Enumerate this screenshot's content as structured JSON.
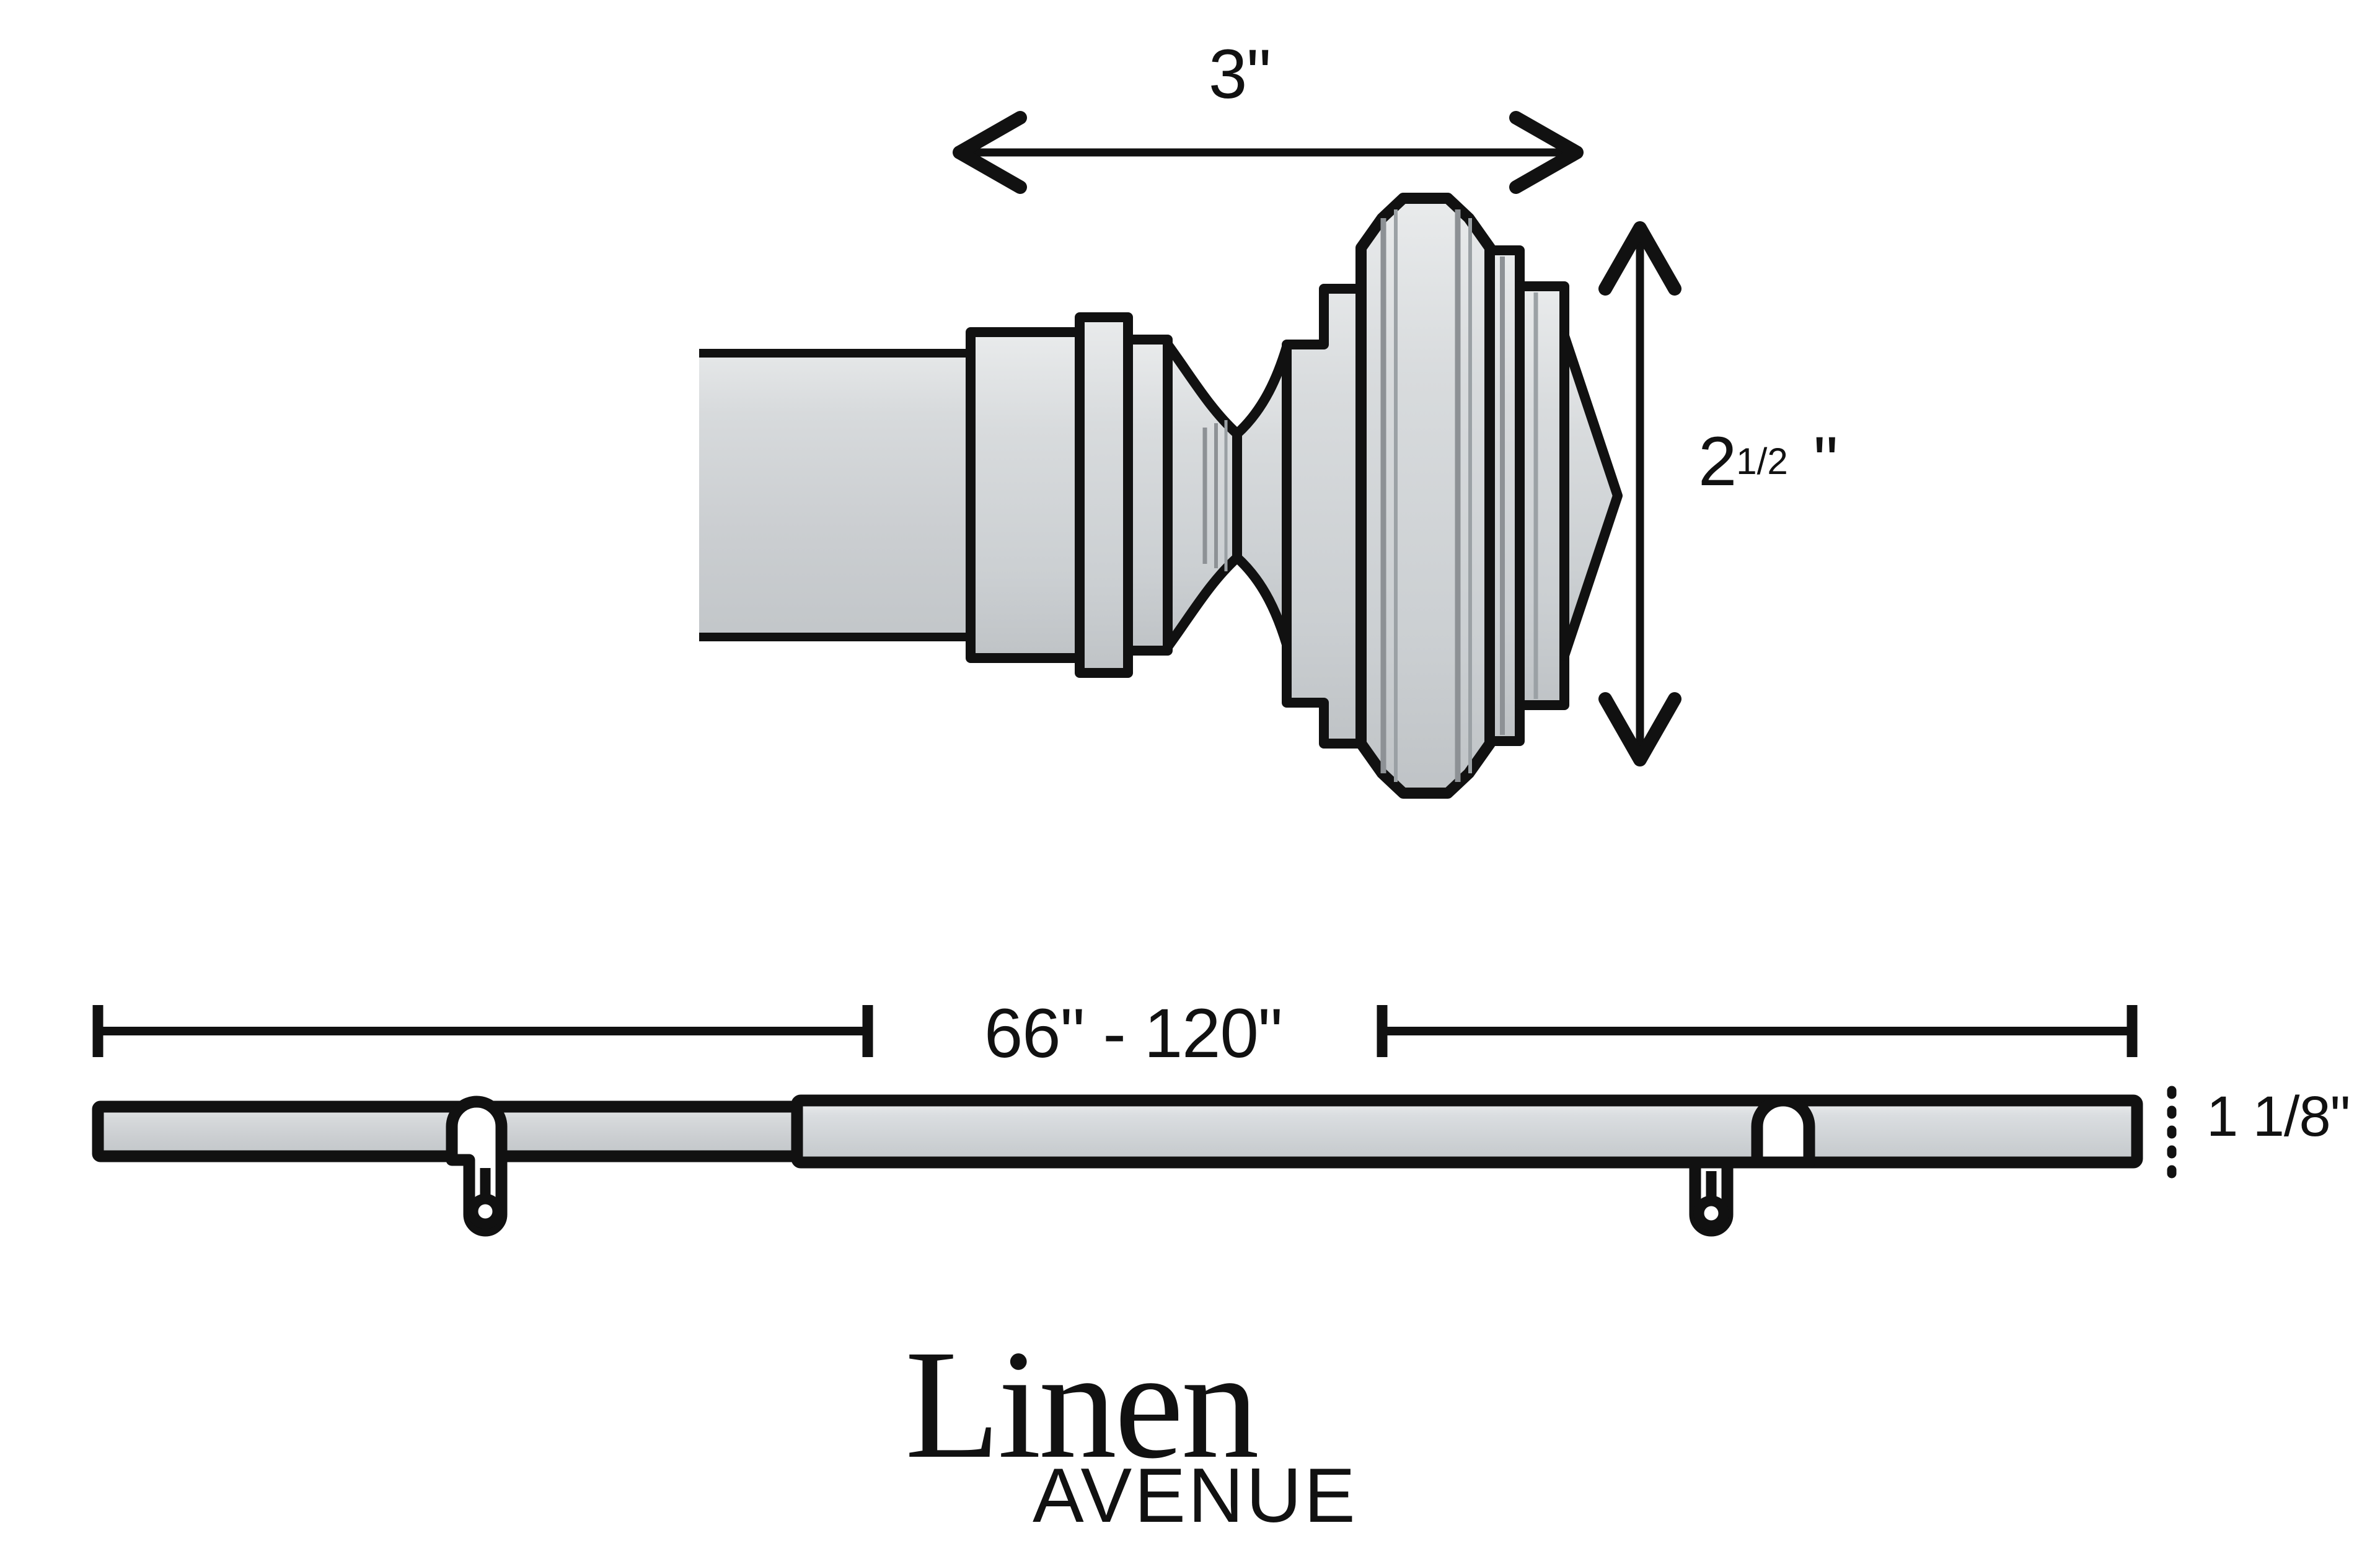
{
  "page": {
    "type": "product-dimension-diagram",
    "subject": "telescoping curtain rod with architectural finial",
    "background_color": "#ffffff",
    "line_color": "#111111",
    "metal_fill": "#cdd0d2",
    "metal_fill_light": "#e3e5e6",
    "metal_shadow": "#a9adb0"
  },
  "finial_diagram": {
    "width_dimension": {
      "label": "3\"",
      "icon": "double-headed-horizontal-arrow"
    },
    "height_dimension": {
      "value": "2",
      "fraction": "1/2",
      "unit": "\"",
      "icon": "double-headed-vertical-arrow"
    }
  },
  "rod_diagram": {
    "length_dimension": {
      "label": "66\" - 120\"",
      "icon": "dimension-line-with-end-ticks"
    },
    "diameter_dimension": {
      "label": "1 1/8\"",
      "icon": "dotted-extension-line"
    },
    "brackets": [
      {
        "name": "left-mounting-hook"
      },
      {
        "name": "right-mounting-hook"
      }
    ]
  },
  "logo": {
    "word_primary": "Linen",
    "word_secondary": "AVENUE"
  }
}
